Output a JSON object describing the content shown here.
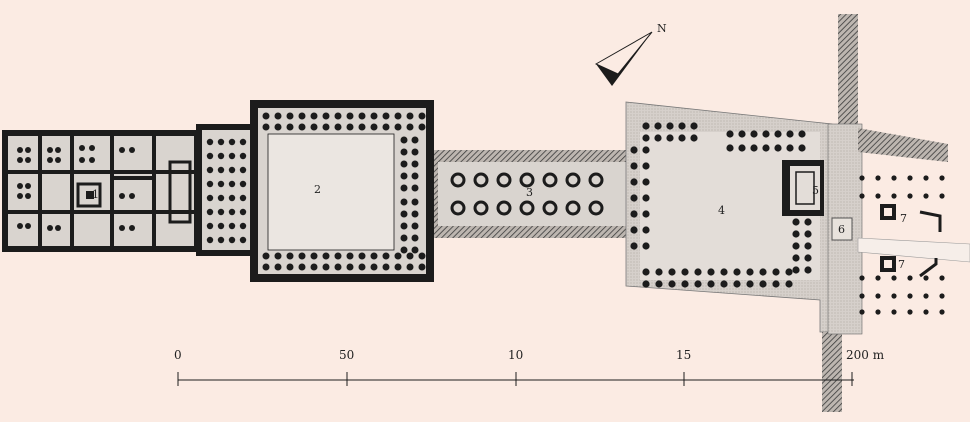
{
  "compass": {
    "label": "N"
  },
  "rooms": [
    {
      "id": "1",
      "label": "1"
    },
    {
      "id": "2",
      "label": "2"
    },
    {
      "id": "3",
      "label": "3"
    },
    {
      "id": "4",
      "label": "4"
    },
    {
      "id": "5",
      "label": "5"
    },
    {
      "id": "6",
      "label": "6"
    },
    {
      "id": "7a",
      "label": "7"
    },
    {
      "id": "7b",
      "label": "7"
    }
  ],
  "scale": {
    "ticks": [
      "0",
      "50",
      "10",
      "15",
      "200 m"
    ]
  },
  "colors": {
    "background": "#fbebe3",
    "wall": "#1c1c1c",
    "floor": "#d9d4cf",
    "court": "#ebe6e1",
    "hatch": "#3a3a3a"
  }
}
